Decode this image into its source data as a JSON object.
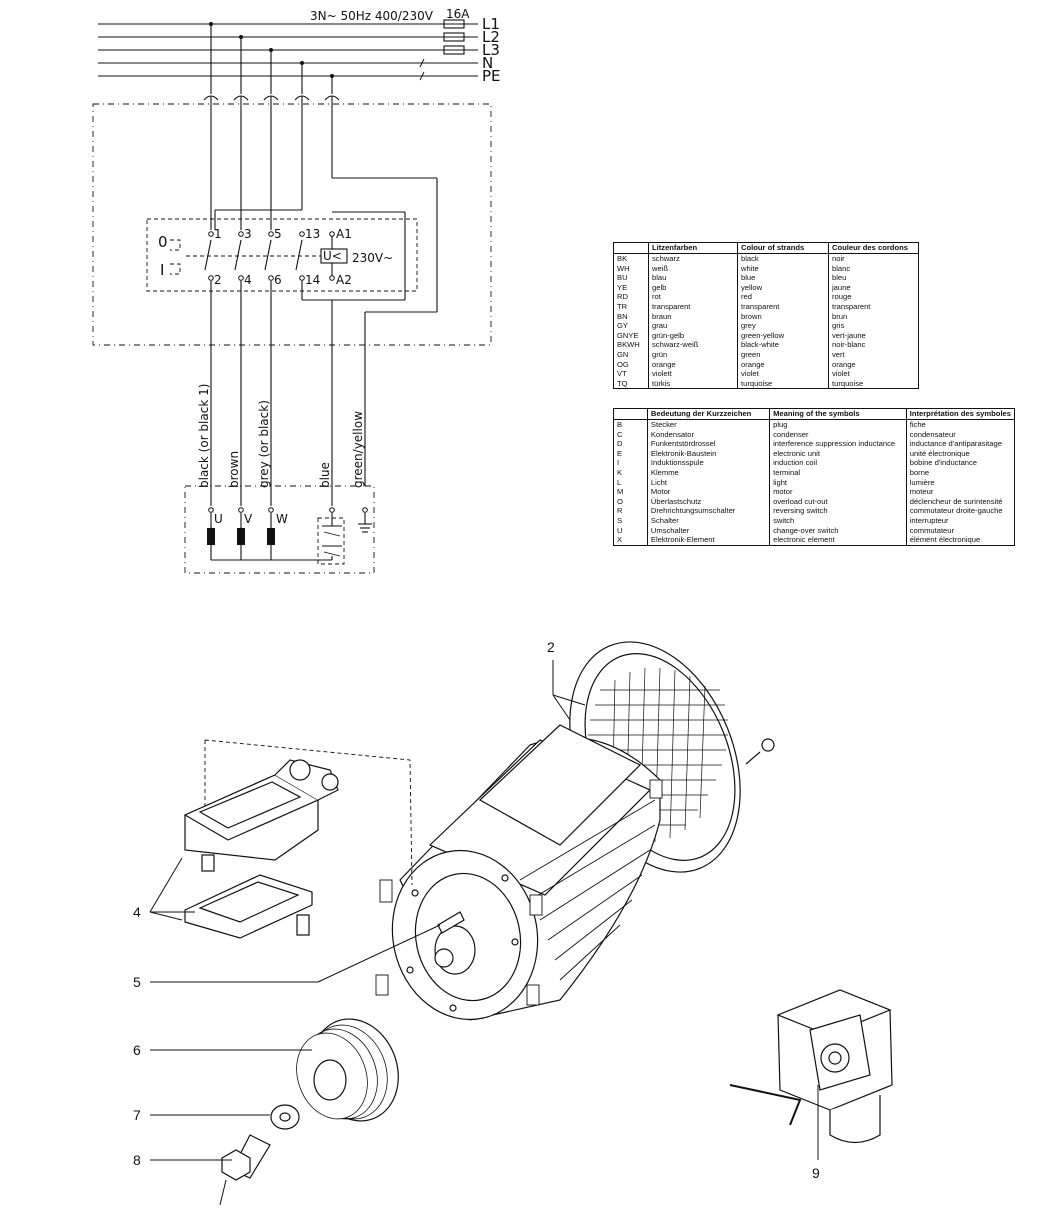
{
  "supply": {
    "spec": "3N~ 50Hz 400/230V",
    "fuse": "16A",
    "lines": [
      "L1",
      "L2",
      "L3",
      "N",
      "PE"
    ]
  },
  "switch": {
    "off_label": "0",
    "on_label": "I",
    "top_terminals": [
      "1",
      "3",
      "5",
      "13",
      "A1"
    ],
    "bottom_terminals": [
      "2",
      "4",
      "6",
      "14",
      "A2"
    ],
    "relay_symbol": "U<",
    "relay_voltage": "230V~"
  },
  "wires": [
    "black (or black 1)",
    "brown",
    "grey (or black)",
    "blue",
    "green/yellow"
  ],
  "motor_terminals": [
    "U",
    "V",
    "W"
  ],
  "colour_table": {
    "headers": [
      "",
      "Litzenfarben",
      "Colour of strands",
      "Couleur des cordons"
    ],
    "rows": [
      [
        "BK",
        "schwarz",
        "black",
        "noir"
      ],
      [
        "WH",
        "weiß",
        "white",
        "blanc"
      ],
      [
        "BU",
        "blau",
        "blue",
        "bleu"
      ],
      [
        "YE",
        "gelb",
        "yellow",
        "jaune"
      ],
      [
        "RD",
        "rot",
        "red",
        "rouge"
      ],
      [
        "TR",
        "transparent",
        "transparent",
        "transparent"
      ],
      [
        "BN",
        "braun",
        "brown",
        "brun"
      ],
      [
        "GY",
        "grau",
        "grey",
        "gris"
      ],
      [
        "GNYE",
        "grün-gelb",
        "green-yellow",
        "vert-jaune"
      ],
      [
        "BKWH",
        "schwarz-weiß",
        "black-white",
        "noir-blanc"
      ],
      [
        "GN",
        "grün",
        "green",
        "vert"
      ],
      [
        "OG",
        "orange",
        "orange",
        "orange"
      ],
      [
        "VT",
        "violett",
        "violet",
        "violet"
      ],
      [
        "TQ",
        "türkis",
        "turquoise",
        "turquoise"
      ]
    ]
  },
  "symbol_table": {
    "headers": [
      "",
      "Bedeutung der Kurzzeichen",
      "Meaning of the symbols",
      "Interprétation des symboles"
    ],
    "rows": [
      [
        "B",
        "Stecker",
        "plug",
        "fiche"
      ],
      [
        "C",
        "Kondensator",
        "condenser",
        "condensateur"
      ],
      [
        "D",
        "Funkentstördrossel",
        "interference suppression inductance",
        "inductance d'antiparasitage"
      ],
      [
        "E",
        "Elektronik-Baustein",
        "electronic unit",
        "unité électronique"
      ],
      [
        "I",
        "Induktionsspule",
        "induction coil",
        "bobine d'inductance"
      ],
      [
        "K",
        "Klemme",
        "terminal",
        "borne"
      ],
      [
        "L",
        "Licht",
        "light",
        "lumière"
      ],
      [
        "M",
        "Motor",
        "motor",
        "moteur"
      ],
      [
        "O",
        "Überlastschutz",
        "overload cut-out",
        "déclencheur de surintensité"
      ],
      [
        "R",
        "Drehrichtungsumschalter",
        "reversing switch",
        "commutateur droite-gauche"
      ],
      [
        "S",
        "Schalter",
        "switch",
        "interrupteur"
      ],
      [
        "U",
        "Umschalter",
        "change-over switch",
        "commutateur"
      ],
      [
        "X",
        "Elektronik-Element",
        "electronic element",
        "élément électronique"
      ]
    ]
  },
  "callouts": [
    "2",
    "4",
    "5",
    "6",
    "7",
    "8",
    "9"
  ]
}
